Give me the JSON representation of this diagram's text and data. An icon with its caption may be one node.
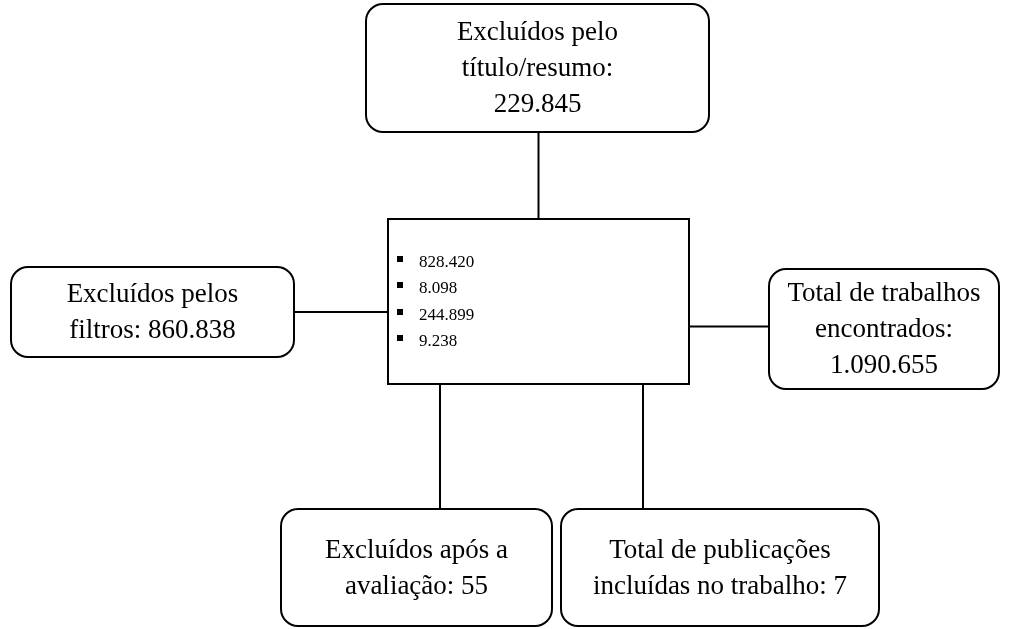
{
  "diagram": {
    "nodes": [
      {
        "text": [
          "Excluídos pelo título/resumo: 229.845"
        ]
      },
      {
        "text": [
          "Excluídos pelos filtros: 860.838"
        ]
      },
      {
        "text": [
          "828.420",
          "8.098",
          "244.899",
          "9.238"
        ]
      },
      {
        "text": [
          "Total de trabalhos encontrados: 1.090.655"
        ]
      },
      {
        "text": [
          "Excluídos após a avaliação: 55"
        ]
      },
      {
        "text": [
          "Total de publicações incluídas no trabalho: 7"
        ]
      }
    ],
    "edges": [
      {
        "from": 0,
        "to": 2,
        "arrow": "none"
      },
      {
        "from": 1,
        "to": 2,
        "arrow": "none"
      },
      {
        "from": 2,
        "to": 3,
        "arrow": "none"
      },
      {
        "from": 2,
        "to": 4,
        "arrow": "none"
      },
      {
        "from": 2,
        "to": 5,
        "arrow": "none"
      }
    ]
  }
}
